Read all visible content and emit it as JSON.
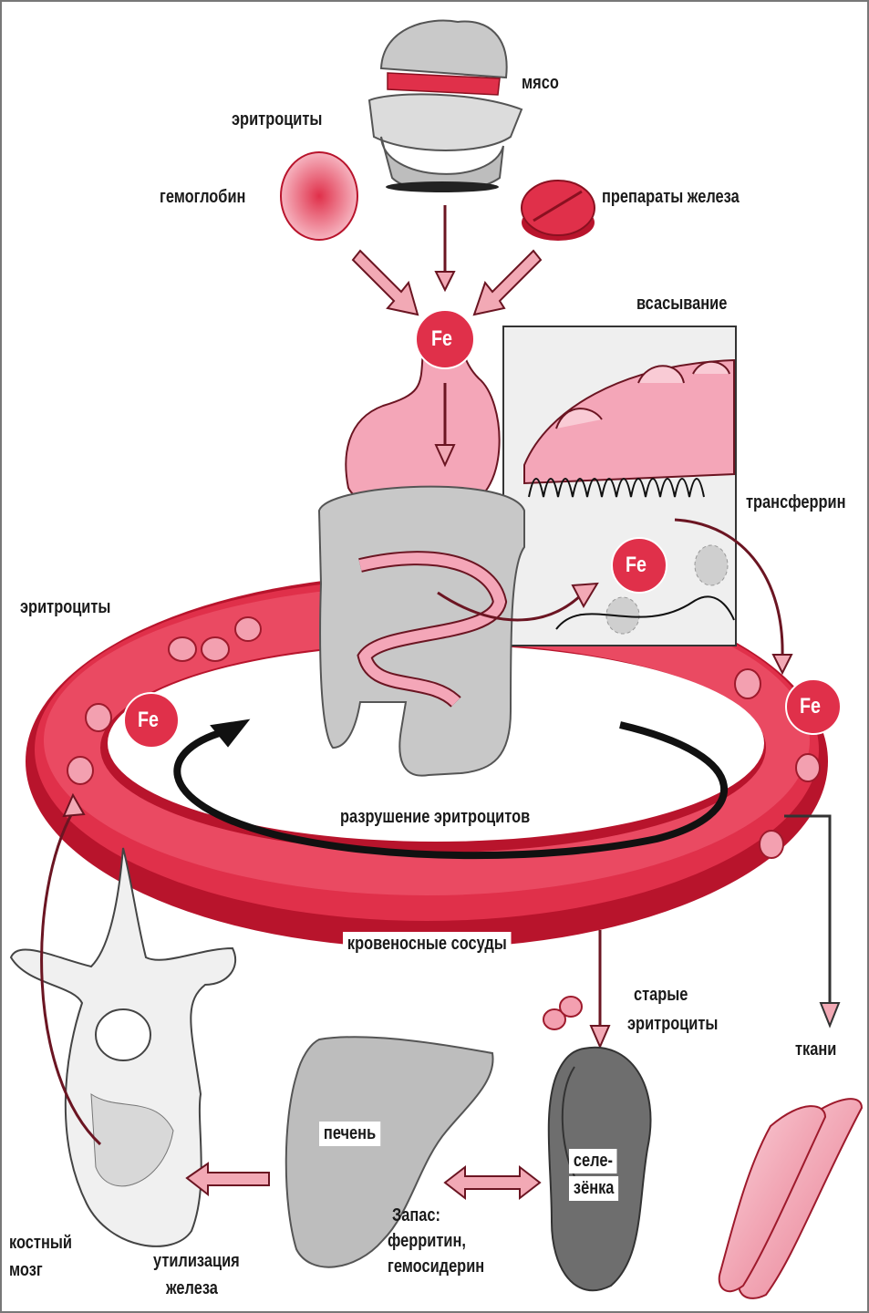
{
  "diagram": {
    "colors": {
      "vessel": "#e0304a",
      "vessel_dark": "#b8142c",
      "stomach": "#f4a6b8",
      "intestine": "#c8c8c8",
      "liver": "#bdbdbd",
      "spleen": "#6e6e6e",
      "arrow_fill": "#f2a9b5",
      "arrow_stroke": "#6b1522"
    },
    "fe_symbol": "Fe",
    "labels": {
      "meat": "мясо",
      "erythrocytes_top": "эритроциты",
      "hemoglobin": "гемоглобин",
      "iron_supplements": "препараты железа",
      "absorption": "всасывание",
      "transferrin": "трансферрин",
      "erythrocytes_left": "эритроциты",
      "rbc_destruction": "разрушение эритроцитов",
      "blood_vessels": "кровеносные сосуды",
      "old_rbc_line1": "старые",
      "old_rbc_line2": "эритроциты",
      "tissues": "ткани",
      "liver": "печень",
      "spleen_line1": "селе-",
      "spleen_line2": "зёнка",
      "storage_line1": "Запас:",
      "storage_line2": "ферритин,",
      "storage_line3": "гемосидерин",
      "bone_marrow_line1": "костный",
      "bone_marrow_line2": "мозг",
      "iron_utilization_line1": "утилизация",
      "iron_utilization_line2": "железа"
    }
  }
}
